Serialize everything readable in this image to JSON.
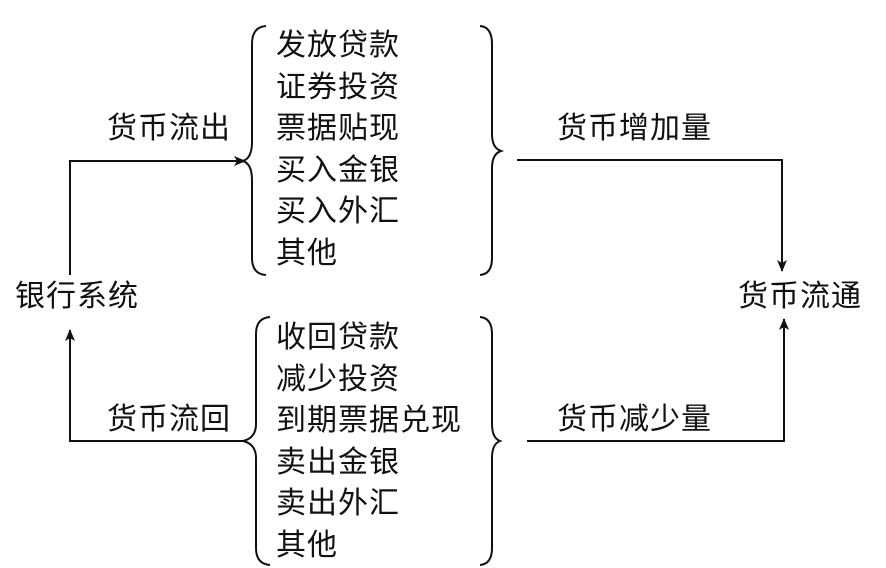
{
  "nodes": {
    "bank_system": "银行系统",
    "money_circulation": "货币流通"
  },
  "outflow": {
    "label": "货币流出",
    "items": [
      "发放贷款",
      "证券投资",
      "票据贴现",
      "买入金银",
      "买入外汇",
      "其他"
    ],
    "result_label": "货币增加量"
  },
  "inflow": {
    "label": "货币流回",
    "items": [
      "收回贷款",
      "减少投资",
      "到期票据兑现",
      "卖出金银",
      "卖出外汇",
      "其他"
    ],
    "result_label": "货币减少量"
  },
  "colors": {
    "line": "#111111",
    "text": "#111111",
    "background": "#ffffff"
  }
}
